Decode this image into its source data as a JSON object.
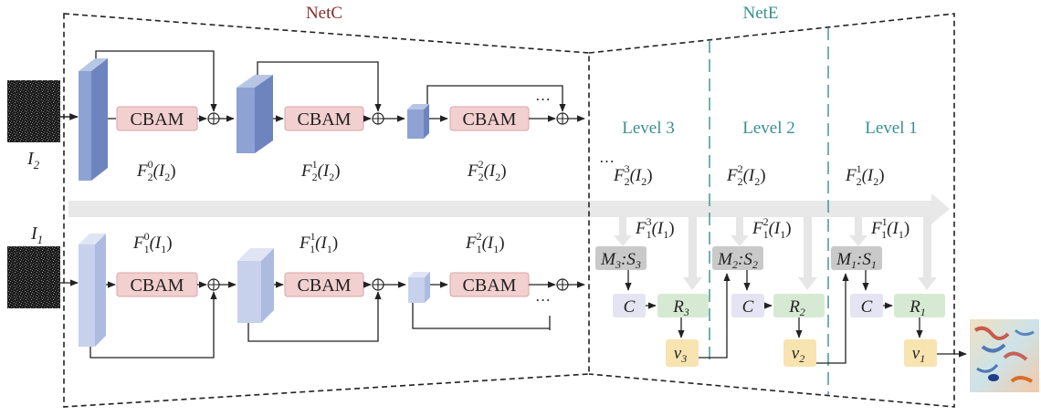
{
  "netc": {
    "title": "NetC",
    "cbam_label": "CBAM",
    "top_features": [
      "F20(I2)",
      "F21(I2)",
      "F22(I2)"
    ],
    "bottom_features": [
      "F10(I1)",
      "F11(I1)",
      "F12(I1)"
    ],
    "ellipsis": "…"
  },
  "nete": {
    "title": "NetE",
    "levels": [
      "Level 3",
      "Level 2",
      "Level 1"
    ],
    "top_features": [
      "F23(I2)",
      "F22(I2)",
      "F21(I2)"
    ],
    "bottom_features": [
      "F13(I1)",
      "F12(I1)",
      "F11(I1)"
    ],
    "match_boxes": [
      "M3:S3",
      "M2:S2",
      "M1:S1"
    ],
    "c_label": "C",
    "r_boxes": [
      "R3",
      "R2",
      "R1"
    ],
    "v_boxes": [
      "v3",
      "v2",
      "v1"
    ],
    "ellipsis": "…"
  },
  "inputs": {
    "top": "I2",
    "bottom": "I1"
  },
  "colors": {
    "cbam_fill": "#f2d0cf",
    "cbam_stroke": "#d8a6a6",
    "cube_front": "#8ea3d3",
    "cube_side": "#6e84bf",
    "cube_top": "#b8c6e6",
    "cube_light_front": "#c7d1ec",
    "cube_light_side": "#aebbe0",
    "cube_light_top": "#dfe5f5",
    "match_fill": "#c9c9c9",
    "c_fill": "#e4e4f2",
    "r_fill": "#d6ead3",
    "v_fill": "#f8e4b0",
    "band": "#e8e8e8",
    "netc_title": "#8a2b2b",
    "nete_title": "#3a8f8f"
  }
}
